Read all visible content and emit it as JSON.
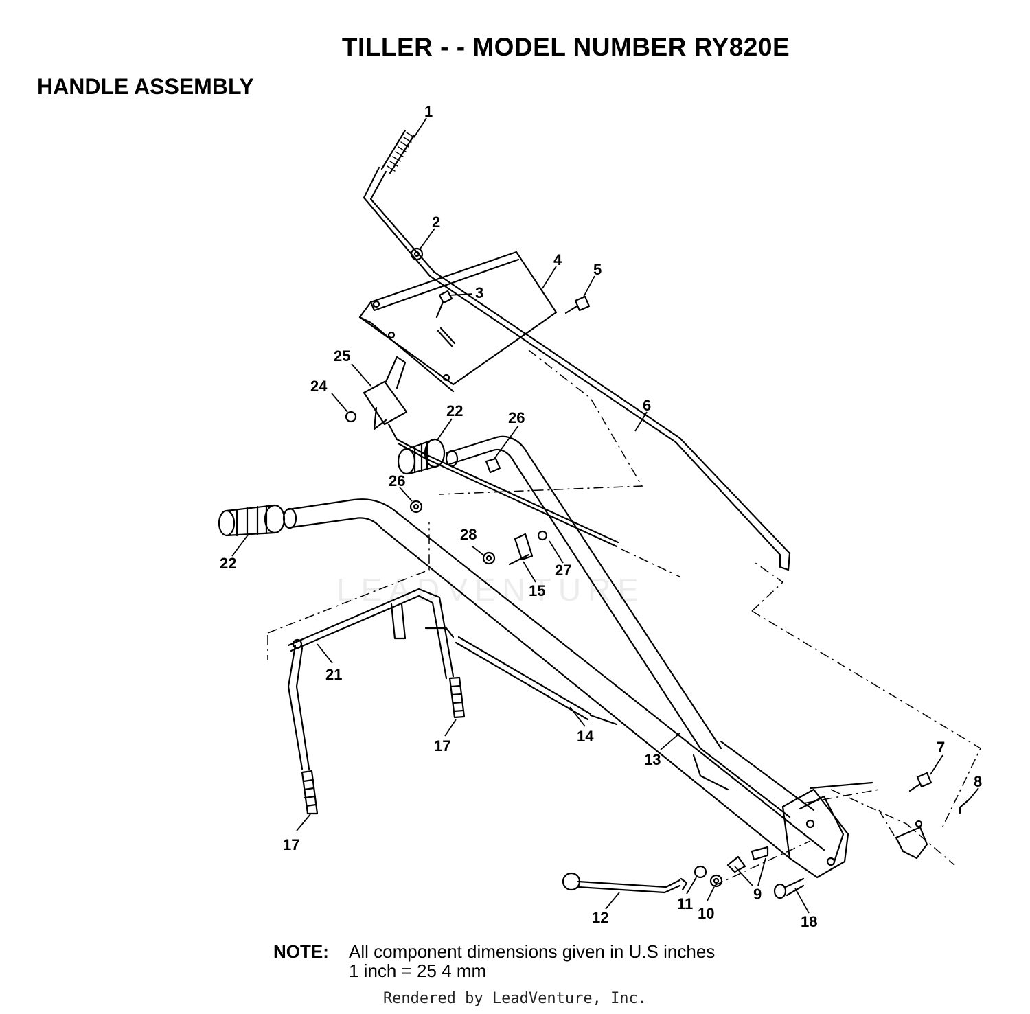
{
  "header": {
    "title": "TILLER - - MODEL NUMBER RY820E",
    "subtitle": "HANDLE ASSEMBLY"
  },
  "watermark": "LEADVENTURE",
  "parts": [
    "1",
    "2",
    "3",
    "4",
    "5",
    "6",
    "7",
    "8",
    "9",
    "10",
    "11",
    "12",
    "13",
    "14",
    "15",
    "17",
    "17",
    "18",
    "21",
    "22",
    "22",
    "24",
    "25",
    "26",
    "26",
    "27",
    "28"
  ],
  "note": {
    "label": "NOTE:",
    "line1": "All component dimensions given in U.S  inches",
    "line2": "1 inch = 25 4 mm"
  },
  "footer": "Rendered by LeadVenture, Inc."
}
